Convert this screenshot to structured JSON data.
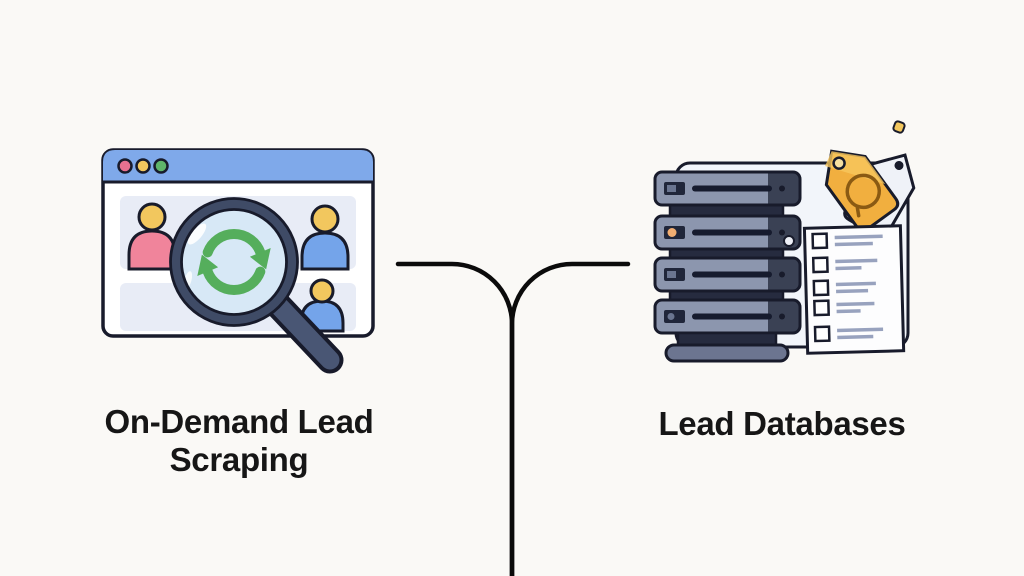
{
  "page": {
    "background": "#FAF9F6"
  },
  "diagram": {
    "type": "merge-flow",
    "left_node": {
      "label": "On-Demand Lead Scraping",
      "illustration": "browser-window-with-magnifier-and-sync"
    },
    "right_node": {
      "label": "Lead Databases",
      "illustration": "server-stack-with-price-tags-and-checklist"
    },
    "connector": {
      "style": "two branches merging into one downward line",
      "stroke": "#0B0B0B"
    }
  },
  "colors": {
    "page_bg": "#FAF9F6",
    "label_color": "#161616",
    "outline": "#181B2B",
    "connector": "#0B0B0B",
    "titlebar_blue": "#7FA9EA",
    "dot_red": "#E87090",
    "dot_yellow": "#F2C75E",
    "dot_green": "#5FB56A",
    "row_panel": "#E8ECF6",
    "person_head": "#F2C75E",
    "person_pink": "#F0849B",
    "person_blue": "#74A4EA",
    "magnifier_rim": "#3F4B66",
    "magnifier_lens": "#D7E8F6",
    "magnifier_handle": "#495674",
    "sync_green": "#55AE5C",
    "panel_white": "#F2F5FA",
    "server_face": "#8C96AE",
    "server_side": "#3A4154",
    "server_slot": "#161B2E",
    "server_connector": "#262B3F",
    "server_base": "#6C7590",
    "indicator_orange": "#F2AE72",
    "tag_orange": "#F1AF3F",
    "tag_white": "#EFF2F8",
    "tag_glyph": "#8A5A13",
    "doc_white": "#FDFDFE",
    "checklist_line": "#98A2BE"
  }
}
